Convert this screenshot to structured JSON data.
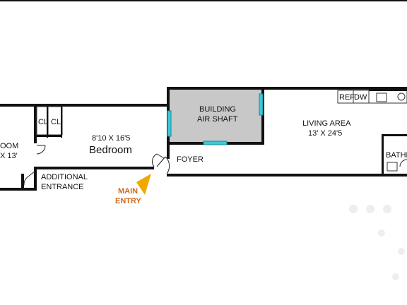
{
  "rooms": {
    "left_room_name": "OOM",
    "left_room_dims": "X 13'",
    "closet_1": "CL",
    "closet_2": "CL",
    "bedroom_dims": "8'10 X 16'5",
    "bedroom_name": "Bedroom",
    "additional_entrance_line1": "ADDITIONAL",
    "additional_entrance_line2": "ENTRANCE",
    "air_shaft_line1": "BUILDING",
    "air_shaft_line2": "AIR SHAFT",
    "foyer": "FOYER",
    "living_area_name": "LIVING AREA",
    "living_area_dims": "13' X 24'5",
    "refrigerator": "REF",
    "dishwasher": "DW",
    "bathroom": "BATHR"
  },
  "entry": {
    "line1": "MAIN",
    "line2": "ENTRY"
  },
  "colors": {
    "wall": "#111111",
    "air_shaft_fill": "#c8c8c8",
    "window": "#3ec8d8",
    "entry_arrow": "#f0a800",
    "entry_text": "#d2691e"
  }
}
